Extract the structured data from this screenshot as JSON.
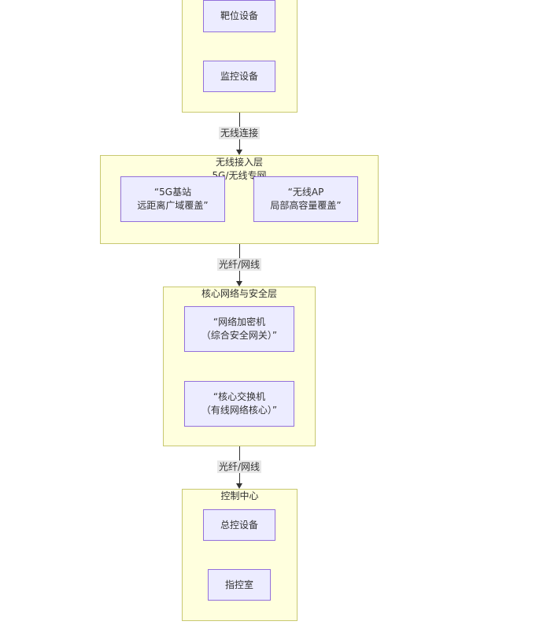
{
  "diagram": {
    "layers": {
      "field": {
        "title": "",
        "nodes": {
          "target": "靶位设备",
          "monitor": "监控设备"
        }
      },
      "wireless": {
        "title_line1": "无线接入层",
        "title_line2": "5G/无线专网",
        "nodes": {
          "bs_line1": "“5G基站",
          "bs_line2": "远距离广域覆盖”",
          "ap_line1": "“无线AP",
          "ap_line2": "局部高容量覆盖”"
        }
      },
      "core": {
        "title": "核心网络与安全层",
        "nodes": {
          "enc_line1": "“网络加密机",
          "enc_line2": "（综合安全网关）”",
          "switch_line1": "“核心交换机",
          "switch_line2": "（有线网络核心）”"
        }
      },
      "control": {
        "title": "控制中心",
        "nodes": {
          "master": "总控设备",
          "command": "指控室"
        }
      }
    },
    "edges": {
      "field_to_wireless": "无线连接",
      "wireless_to_core": "光纤/网线",
      "core_to_control": "光纤/网线"
    }
  }
}
